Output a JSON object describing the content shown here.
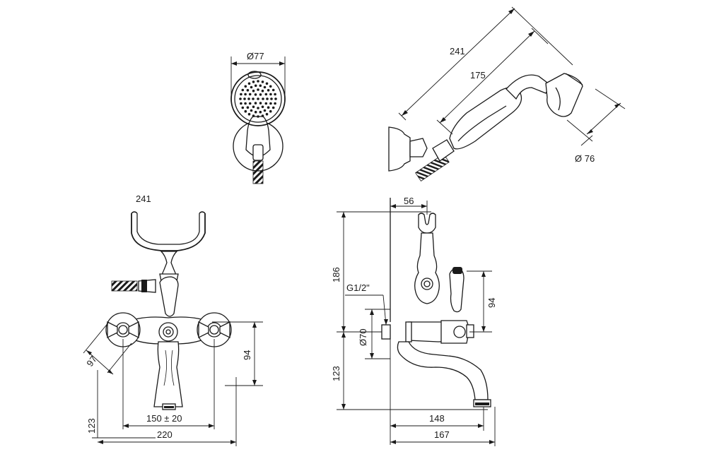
{
  "dimensions": {
    "handshower_front_diameter": "Ø77",
    "handshower_side_length_total": "241",
    "handshower_side_length_handle": "175",
    "handshower_side_head_diameter": "Ø 76",
    "front_view_top_label": "241",
    "front_view_cross_handle": "97",
    "front_view_outlet_height": "94",
    "front_view_spout_height": "123",
    "front_view_centers": "150 ± 20",
    "front_view_overall_width": "220",
    "side_view_holder_offset": "56",
    "side_view_holder_height": "186",
    "side_view_thread": "G1/2\"",
    "side_view_flange_diameter": "Ø70",
    "side_view_lever_height": "94",
    "side_view_spout_height": "123",
    "side_view_spout_reach": "148",
    "side_view_overall_depth": "167"
  }
}
